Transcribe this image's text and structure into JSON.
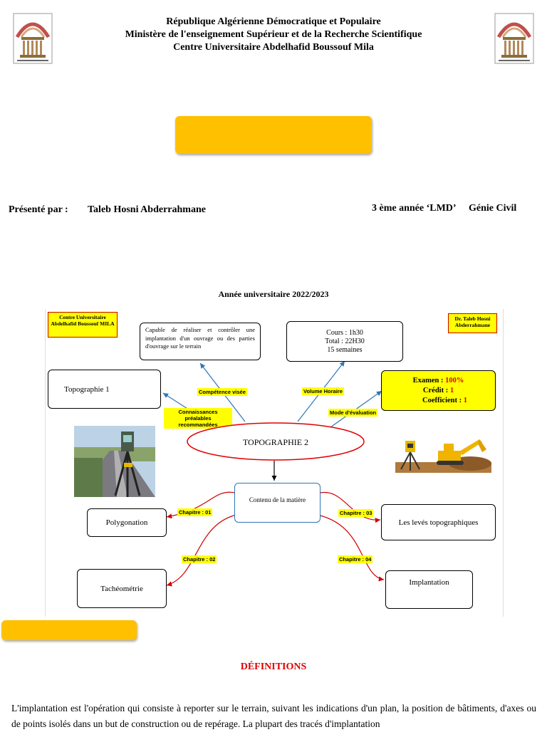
{
  "header": {
    "line1": "République Algérienne Démocratique et Populaire",
    "line2": "Ministère de l'enseignement Supérieur et de la Recherche Scientifique",
    "line3": "Centre Universitaire Abdelhafid Boussouf Mila",
    "logo_caption": "Centre Universitaire Abdelhafid Boussouf MILA"
  },
  "presenter": {
    "label": "Présenté par :",
    "name": "Taleb Hosni Abderrahmane",
    "level": "3 ème année ‘LMD’",
    "field": "Génie Civil"
  },
  "academic_year": "Année universitaire 2022/2023",
  "mindmap": {
    "institution": "Centre Universitaire Abdelhafid Boussouf MILA",
    "author": "Dr. Taleb Hosni Abderrahmane",
    "center": "TOPOGRAPHIE 2",
    "competence": "Capable de réaliser et contrôler une implantation d'un ouvrage ou des parties d'ouvrage sur le terrain",
    "competence_label": "Compétence visée",
    "hours": {
      "cours": "Cours : 1h30",
      "total": "Total : 22H30",
      "semaines": "15 semaines"
    },
    "hours_label": "Volume Horaire",
    "prereq": "Topographie 1",
    "prereq_label": "Connaissances préalables recommandées",
    "evaluation": {
      "exam_label": "Examen :",
      "exam_value": "100%",
      "credit_label": "Crédit :",
      "credit_value": "1",
      "coef_label": "Coefficient :",
      "coef_value": "1"
    },
    "evaluation_label": "Mode d'évaluation",
    "content": "Contenu de la matière",
    "chapters": [
      {
        "label": "Chapitre : 01",
        "title": "Polygonation"
      },
      {
        "label": "Chapitre : 02",
        "title": "Tachéométrie"
      },
      {
        "label": "Chapitre : 03",
        "title": "Les levés topographiques"
      },
      {
        "label": "Chapitre : 04",
        "title": "Implantation"
      }
    ]
  },
  "definitions": {
    "title": "DÉFINITIONS",
    "text": "L'implantation est l'opération qui consiste à reporter sur le terrain, suivant les indications d'un plan, la position de bâtiments, d'axes ou de points isolés dans un but de construction ou de repérage. La plupart des tracés d'implantation"
  },
  "colors": {
    "gold": "#ffc000",
    "highlight": "#ffff00",
    "red": "#e00000",
    "ellipse": "#e00000",
    "arrow_blue": "#2e75b6",
    "arrow_red": "#d00000"
  }
}
